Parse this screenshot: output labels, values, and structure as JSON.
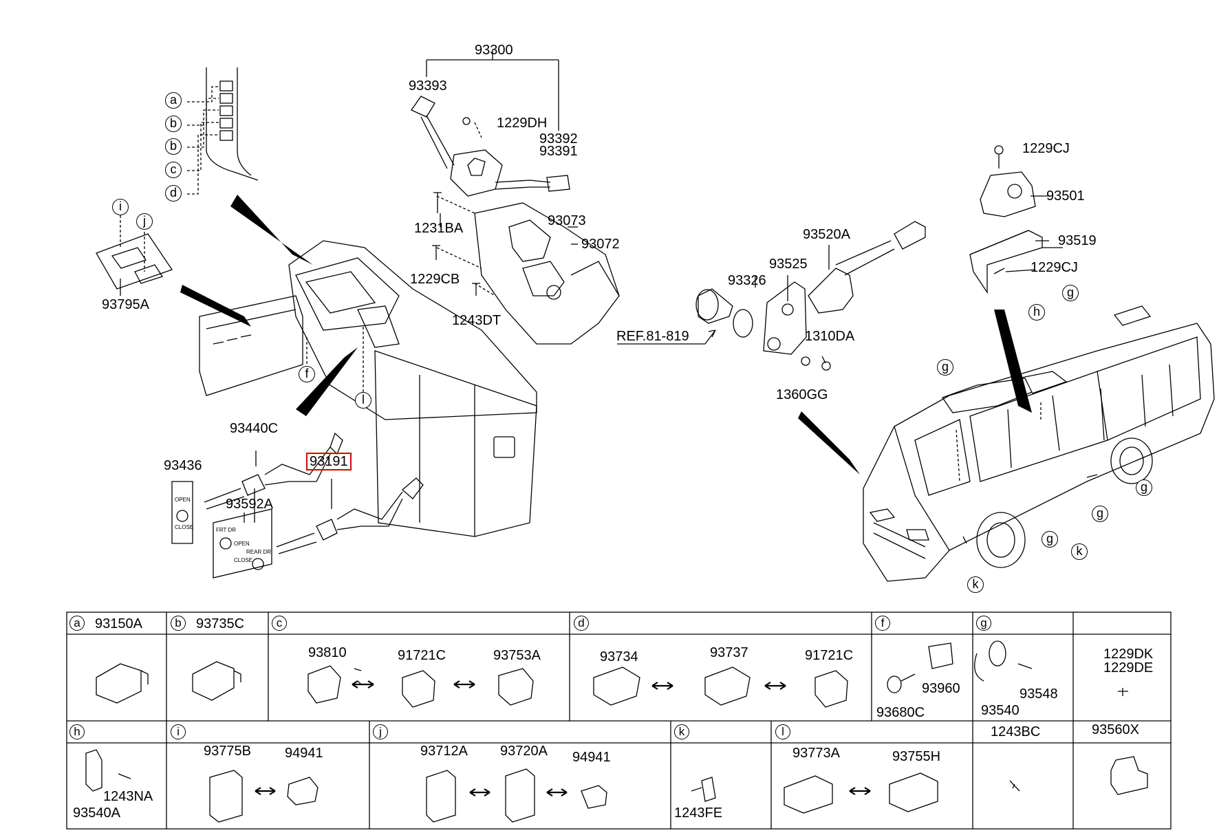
{
  "diagram": {
    "assembly_parts": {
      "p93300": "93300",
      "p93393": "93393",
      "p1229DH": "1229DH",
      "p93392": "93392",
      "p93391": "93391",
      "p1231BA": "1231BA",
      "p93073": "93073",
      "p93072": "93072",
      "p1229CB": "1229CB",
      "p1243DT": "1243DT",
      "p93795A": "93795A",
      "p93440C": "93440C",
      "p93436": "93436",
      "p93191": "93191",
      "p93592A": "93592A",
      "p93520A": "93520A",
      "p93525": "93525",
      "p93326": "93326",
      "ref": "REF.81-819",
      "p1310DA": "1310DA",
      "p1360GG": "1360GG",
      "p1229CJ_top": "1229CJ",
      "p93501": "93501",
      "p93519": "93519",
      "p1229CJ_bot": "1229CJ"
    },
    "callouts": {
      "a": "a",
      "b": "b",
      "c": "c",
      "d": "d",
      "f": "f",
      "g": "g",
      "h": "h",
      "i": "i",
      "j": "j",
      "k": "k",
      "l": "l"
    },
    "panel_text": {
      "open": "OPEN",
      "close": "CLOSE",
      "frt": "FRT DR",
      "rear": "REAR DR"
    },
    "table": {
      "row1": [
        {
          "letter": "a",
          "header_part": "93150A",
          "parts": []
        },
        {
          "letter": "b",
          "header_part": "93735C",
          "parts": []
        },
        {
          "letter": "c",
          "header_part": "",
          "parts": [
            "93810",
            "91721C",
            "93753A"
          ]
        },
        {
          "letter": "d",
          "header_part": "",
          "parts": [
            "93734",
            "93737",
            "91721C"
          ]
        },
        {
          "letter": "f",
          "header_part": "",
          "parts": [
            "93960",
            "93680C"
          ]
        },
        {
          "letter": "g",
          "header_part": "",
          "parts": [
            "93548",
            "93540"
          ]
        },
        {
          "letter": "",
          "header_part": "",
          "parts": [
            "1229DK",
            "1229DE"
          ]
        }
      ],
      "row2": [
        {
          "letter": "h",
          "header_part": "",
          "parts": [
            "1243NA",
            "93540A"
          ]
        },
        {
          "letter": "i",
          "header_part": "",
          "parts": [
            "93775B",
            "94941"
          ]
        },
        {
          "letter": "j",
          "header_part": "",
          "parts": [
            "93712A",
            "93720A",
            "94941"
          ]
        },
        {
          "letter": "k",
          "header_part": "",
          "parts": [
            "1243FE"
          ]
        },
        {
          "letter": "l",
          "header_part": "",
          "parts": [
            "93773A",
            "93755H"
          ]
        },
        {
          "letter": "",
          "header_part": "1243BC",
          "parts": []
        },
        {
          "letter": "",
          "header_part": "93560X",
          "parts": []
        }
      ]
    }
  }
}
